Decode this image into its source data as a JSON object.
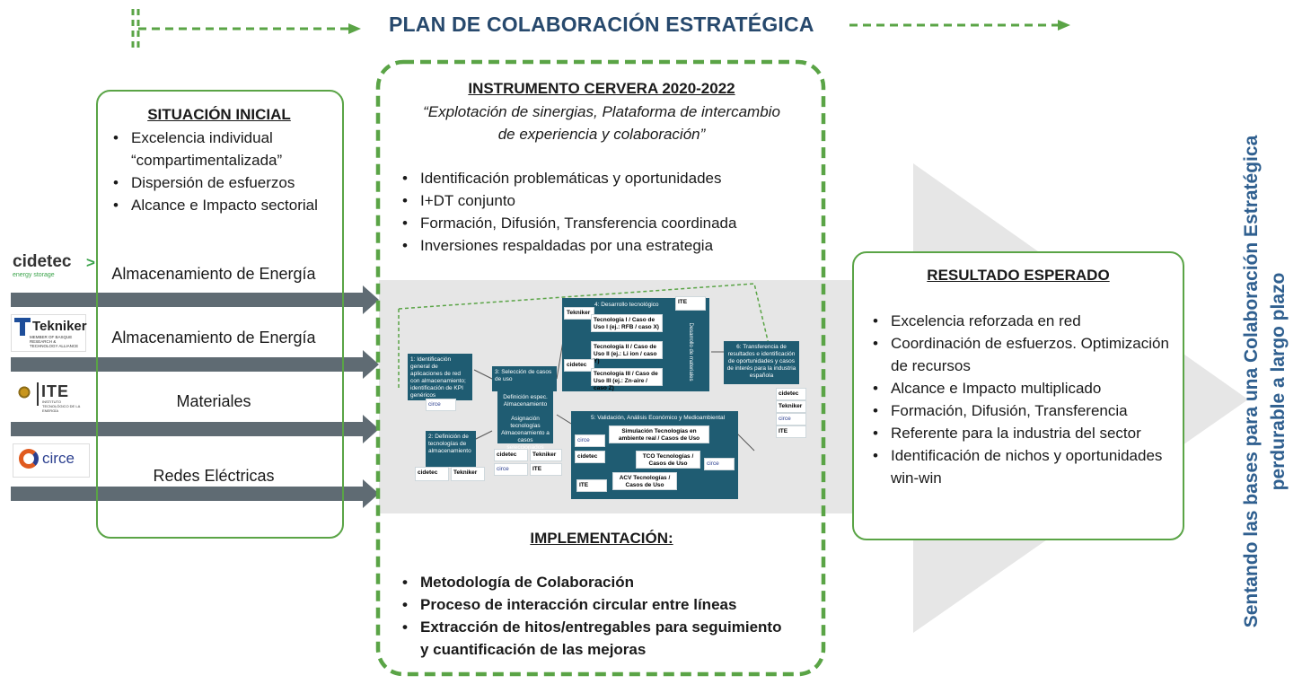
{
  "title": "PLAN DE COLABORACIÓN ESTRATÉGICA",
  "colors": {
    "green": "#5aa446",
    "navy": "#27496d",
    "arrow_gray": "#5f6b73",
    "teal": "#1f5c72",
    "light_gray": "#e3e3e3"
  },
  "situacion": {
    "heading": "SITUACIÓN INICIAL",
    "items": [
      "Excelencia individual “compartimentalizada”",
      "Dispersión de esfuerzos",
      "Alcance e Impacto sectorial"
    ]
  },
  "rows": [
    {
      "logo": "cidetec",
      "logo_sub": "energy storage",
      "label": "Almacenamiento de Energía"
    },
    {
      "logo": "Tekniker",
      "logo_sub": "MEMBER OF BASQUE RESEARCH & TECHNOLOGY ALLIANCE",
      "label": "Almacenamiento de Energía"
    },
    {
      "logo": "ITE",
      "logo_sub": "INSTITUTO TECNOLÓGICO DE LA ENERGÍA",
      "label": "Materiales"
    },
    {
      "logo": "circe",
      "logo_sub": "",
      "label": "Redes Eléctricas"
    }
  ],
  "instrumento": {
    "heading": "INSTRUMENTO CERVERA 2020-2022",
    "subtitle": "“Explotación de sinergias, Plataforma de intercambio de experiencia y colaboración”",
    "items": [
      "Identificación problemáticas y oportunidades",
      "I+DT conjunto",
      "Formación, Difusión, Transferencia coordinada",
      "Inversiones respaldadas por una estrategia"
    ]
  },
  "implementacion": {
    "heading": "IMPLEMENTACIÓN:",
    "items": [
      "Metodología de Colaboración",
      "Proceso de interacción circular entre líneas",
      "Extracción de hitos/entregables para seguimiento y cuantificación de las mejoras"
    ]
  },
  "resultado": {
    "heading": "RESULTADO ESPERADO",
    "items": [
      "Excelencia reforzada en red",
      "Coordinación de esfuerzos. Optimización de recursos",
      "Alcance e Impacto multiplicado",
      "Formación, Difusión, Transferencia",
      "Referente para la industria del sector",
      "Identificación de nichos y oportunidades win-win"
    ]
  },
  "vertical_text": {
    "line1": "Sentando las bases para una Colaboración  Estratégica",
    "line2": "perdurable a largo plazo"
  },
  "mini_diagram": {
    "box1": "1: Identificación general de aplicaciones de red con almacenamiento; identificación de KPI genéricos",
    "box2": "2: Definición de tecnologías de almacenamiento",
    "box3": "3: Selección de casos de uso",
    "box3a": "Definición espec. Almacenamiento",
    "box3b": "Asignación tecnologías Almacenamiento a casos seleccionados",
    "box4": "4: Desarrollo tecnológico",
    "tech1": "Tecnología I / Caso de Uso I (ej.: RFB / caso X)",
    "tech2": "Tecnología II / Caso de Uso II (ej.: Li ion / caso Y)",
    "tech3": "Tecnología III / Caso de Uso III (ej.: Zn-aire / caso Z)",
    "desarrollo": "Desarrollo de materiales",
    "box5": "5: Validación, Análisis Económico y Medioambiental",
    "sim": "Simulación Tecnologías en ambiente real / Casos de Uso",
    "tco": "TCO Tecnologías / Casos de Uso",
    "acv": "ACV Tecnologías / Casos de Uso",
    "box6": "6: Transferencia de resultados e identificación de oportunidades y casos de interés para la industria española",
    "logo_cidetec": "cidetec",
    "logo_tekniker": "Tekniker",
    "logo_ite": "ITE",
    "logo_circe": "circe"
  }
}
